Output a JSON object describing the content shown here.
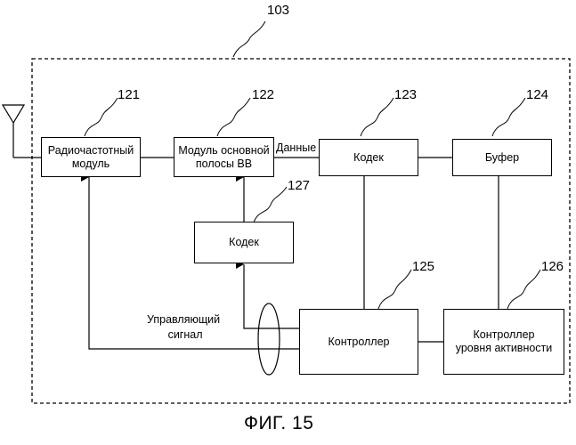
{
  "container_ref": "103",
  "blocks": {
    "rf": {
      "ref": "121",
      "line1": "Радиочастотный",
      "line2": "модуль"
    },
    "bb": {
      "ref": "122",
      "line1": "Модуль основной",
      "line2": "полосы BB"
    },
    "codec_main": {
      "ref": "123",
      "label": "Кодек"
    },
    "buffer": {
      "ref": "124",
      "label": "Буфер"
    },
    "controller": {
      "ref": "125",
      "label": "Контроллер"
    },
    "activity_controller": {
      "ref": "126",
      "line1": "Контроллер",
      "line2": "уровня активности"
    },
    "codec_sub": {
      "ref": "127",
      "label": "Кодек"
    }
  },
  "data_label": "Данные",
  "control_signal": {
    "line1": "Управляющий",
    "line2": "сигнал"
  },
  "caption": "ФИГ. 15"
}
